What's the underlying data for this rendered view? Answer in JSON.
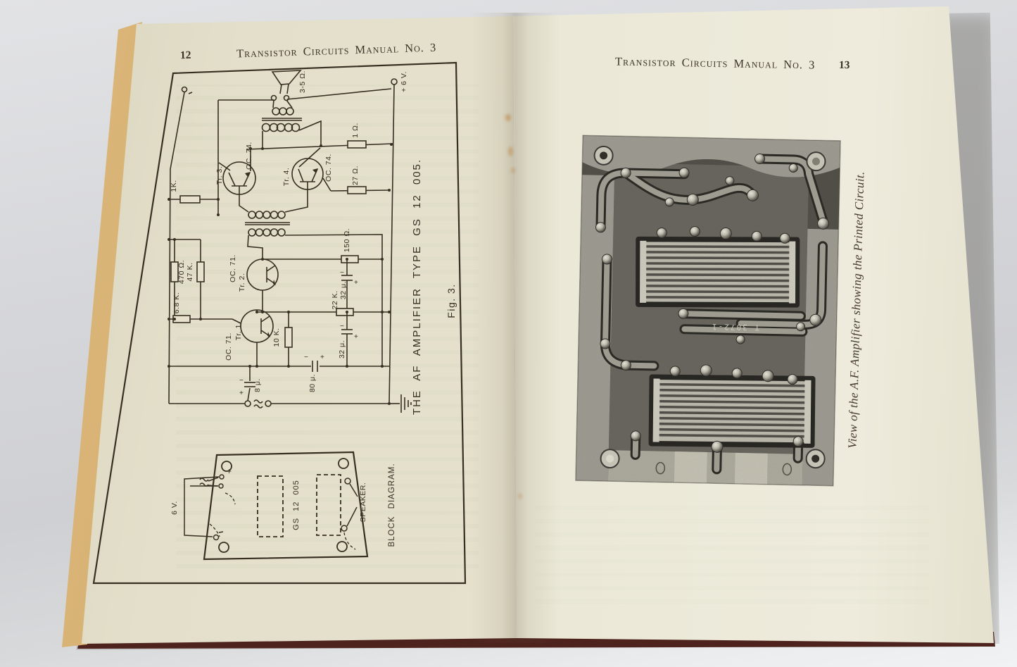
{
  "left_page": {
    "page_number": "12",
    "header": "Transistor Circuits Manual No. 3",
    "figure_label": "Fig. 3.",
    "figure_title": "THE AF AMPLIFIER TYPE GS 12 005.",
    "schematic": {
      "speaker_impedance": "3-5 Ω.",
      "supply": "+ 6 V.",
      "r_1ohm": "1 Ω.",
      "r_27ohm": "27 Ω.",
      "r_150ohm": "150 Ω.",
      "r_1k": "1K.",
      "r_470ohm": "470 Ω.",
      "r_47k": "47 K.",
      "r_6_8k": "6.8 K.",
      "r_22k": "22 K.",
      "r_10k": "10 K.",
      "c_32a": "32 μ.",
      "c_32b": "32 μ.",
      "c_80": "80 μ.",
      "c_8": "8 μ.",
      "tr1": "Tr. 1.",
      "tr1_type": "OC. 71.",
      "tr2": "Tr. 2.",
      "tr2_type": "OC. 71.",
      "tr3": "Tr. 3.",
      "tr3_type": "OC. 74.",
      "tr4": "Tr. 4.",
      "tr4_type": "OC. 74.",
      "plus": "+",
      "minus": "−"
    },
    "block_diagram": {
      "battery": "6 V.",
      "board": "GS 12 005",
      "speaker": "SPEAKER.",
      "caption": "BLOCK DIAGRAM.",
      "plus": "+"
    }
  },
  "right_page": {
    "page_number": "13",
    "header": "Transistor Circuits Manual No. 3",
    "photo_caption": "View of the A.F. Amplifier showing the Printed Circuit.",
    "pcb_marking": "T 3072-1"
  }
}
